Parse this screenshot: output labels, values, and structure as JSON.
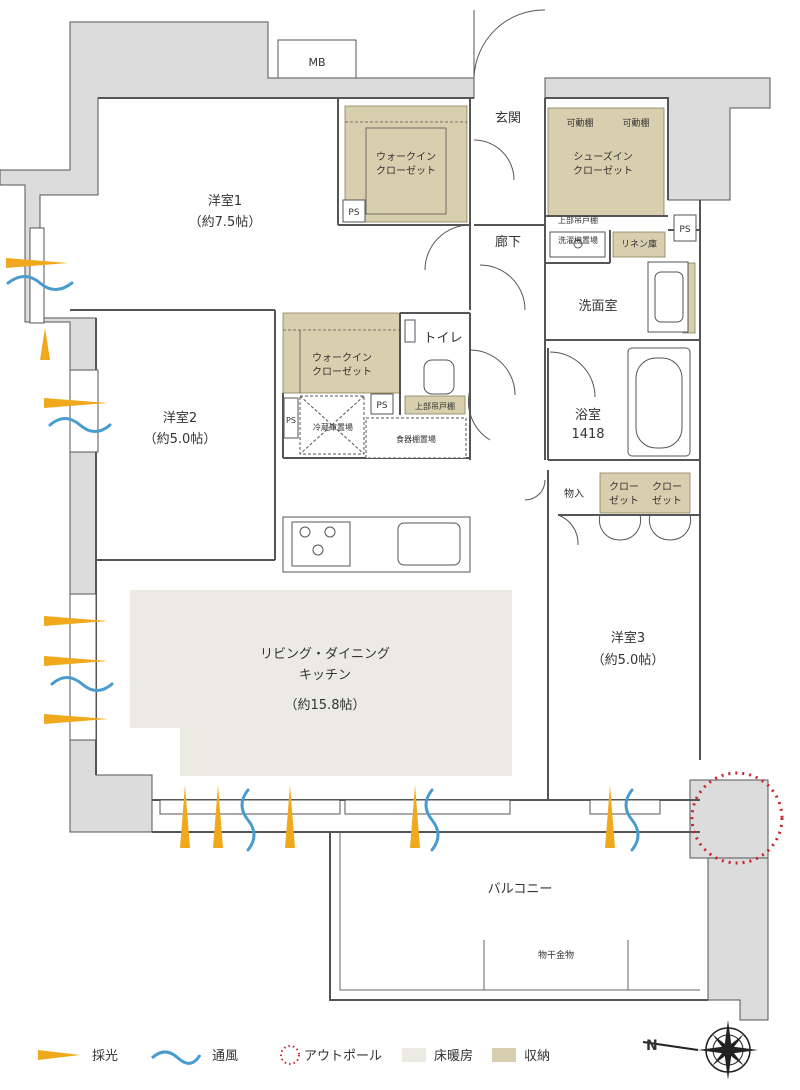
{
  "rooms": {
    "western1": {
      "name": "洋室1",
      "size": "（約7.5帖）"
    },
    "western2": {
      "name": "洋室2",
      "size": "（約5.0帖）"
    },
    "western3": {
      "name": "洋室3",
      "size": "（約5.0帖）"
    },
    "ldk": {
      "line1": "リビング・ダイニング",
      "line2": "キッチン",
      "size": "（約15.8帖）"
    },
    "entrance": "玄関",
    "hallway": "廊下",
    "washroom": "洗面室",
    "bathroom": {
      "name": "浴室",
      "size": "1418"
    },
    "toilet": "トイレ",
    "balcony": "バルコニー"
  },
  "storage": {
    "wic1": {
      "line1": "ウォークイン",
      "line2": "クローゼット"
    },
    "wic2": {
      "line1": "ウォークイン",
      "line2": "クローゼット"
    },
    "shoes": {
      "line1": "シューズイン",
      "line2": "クローゼット"
    },
    "movable_shelf_1": "可動棚",
    "movable_shelf_2": "可動棚",
    "upper_cabinet_wash": "上部吊戸棚",
    "washer_space": "洗濯機置場",
    "linen": "リネン庫",
    "upper_cabinet_toilet": "上部吊戸棚",
    "fridge_space": "冷蔵庫置場",
    "cupboard_space": "食器棚置場",
    "pantry": "物入",
    "closet_a": {
      "line1": "クロー",
      "line2": "ゼット"
    },
    "closet_b": {
      "line1": "クロー",
      "line2": "ゼット"
    },
    "ps": "PS",
    "mb": "MB",
    "drying_rack": "物干金物"
  },
  "legend": {
    "daylight": "採光",
    "ventilation": "通風",
    "outpole": "アウトポール",
    "floor_heating": "床暖房",
    "storage": "収納"
  },
  "compass": {
    "north": "N"
  },
  "colors": {
    "storage": "#d8cfae",
    "floor_heating": "#ebebe3",
    "outer_wall": "#dcdcdc",
    "daylight": "#f0a81c",
    "ventilation": "#4a9ccf",
    "outpole": "#c8242c"
  }
}
